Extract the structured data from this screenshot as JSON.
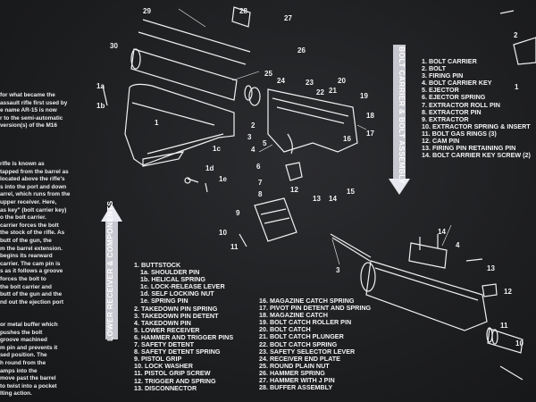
{
  "left_text": {
    "block1": [
      "for what became the",
      "assault rifle first used by",
      "e name AR-15 is now",
      "r to the semi-automatic",
      "version(s) of the M16"
    ],
    "block2": [
      "rifle is known as",
      "tapped from the barrel as",
      "located above the rifle's",
      "s into the port and down",
      "arrel, which runs from the",
      "upper receiver. Here,",
      "as key\" (bolt carrier key)",
      "o the bolt carrier.",
      "carrier forces the bolt",
      "the stock of the rifle. As",
      "butt of the gun, the",
      "m the barrel extension.",
      "begins its rearward",
      "carrier. The cam pin is",
      "s as it follows a groove",
      "forces the bolt to",
      "the bolt carrier and",
      "butt of the gun and the",
      "nd out the ejection port"
    ],
    "block3": [
      "or metal buffer which",
      "pushes the bolt",
      "groove machined",
      "m pin and prevents it",
      "sed position. The",
      "h round from the",
      "amps into the",
      "move past the barrel",
      "to twist into a pocket",
      "lting action."
    ]
  },
  "banners": {
    "lower_receiver": "LOWER RECEIVER & COMPONENTS",
    "bolt_carrier": "BOLT CARRIER & BOLT ASSEMBLY"
  },
  "bolt_list": [
    "1. BOLT CARRIER",
    "2. BOLT",
    "3. FIRING PIN",
    "4. BOLT CARRIER KEY",
    "5. EJECTOR",
    "6. EJECTOR SPRING",
    "7. EXTRACTOR ROLL PIN",
    "8. EXTRACTOR PIN",
    "9. EXTRACTOR",
    "10. EXTRACTOR SPRING & INSERT",
    "11. BOLT GAS RINGS (3)",
    "12. CAM PIN",
    "13. FIRING PIN RETAINING PIN",
    "14. BOLT CARRIER KEY SCREW (2)"
  ],
  "lower_list_a": [
    {
      "text": "1. BUTTSTOCK",
      "sub": false
    },
    {
      "text": "1a. SHOULDER PIN",
      "sub": true
    },
    {
      "text": "1b. HELICAL SPRING",
      "sub": true
    },
    {
      "text": "1c. LOCK-RELEASE LEVER",
      "sub": true
    },
    {
      "text": "1d. SELF LOCKING NUT",
      "sub": true
    },
    {
      "text": "1e. SPRING PIN",
      "sub": true
    },
    {
      "text": "2. TAKEDOWN PIN SPRING",
      "sub": false
    },
    {
      "text": "3. TAKEDOWN PIN DETENT",
      "sub": false
    },
    {
      "text": "4. TAKEDOWN PIN",
      "sub": false
    },
    {
      "text": "5. LOWER RECEIVER",
      "sub": false
    },
    {
      "text": "6. HAMMER AND TRIGGER PINS",
      "sub": false
    },
    {
      "text": "7. SAFETY DETENT",
      "sub": false
    },
    {
      "text": "8. SAFETY DETENT SPRING",
      "sub": false
    },
    {
      "text": "9. PISTOL GRIP",
      "sub": false
    },
    {
      "text": "10. LOCK WASHER",
      "sub": false
    },
    {
      "text": "11. PISTOL GRIP SCREW",
      "sub": false
    },
    {
      "text": "12. TRIGGER AND SPRING",
      "sub": false
    },
    {
      "text": "13. DISCONNECTOR",
      "sub": false
    }
  ],
  "lower_list_b": [
    "16. MAGAZINE CATCH SPRING",
    "17. PIVOT PIN DETENT AND SPRING",
    "18. MAGAZINE CATCH",
    "19. BOLT CATCH ROLLER PIN",
    "20. BOLT CATCH",
    "21. BOLT CATCH PLUNGER",
    "22. BOLT CATCH SPRING",
    "23. SAFETY SELECTOR LEVER",
    "24. RECEIVER END PLATE",
    "25. ROUND PLAIN NUT",
    "26. HAMMER SPRING",
    "27. HAMMER WITH J PIN",
    "28. BUFFER ASSEMBLY"
  ],
  "diagram_numbers": {
    "n29": "29",
    "n28": "28",
    "n27": "27",
    "n26": "26",
    "n30": "30",
    "n25": "25",
    "n24": "24",
    "n23": "23",
    "n22": "22",
    "n20": "20",
    "n21": "21",
    "n19": "19",
    "n18": "18",
    "n17": "17",
    "n16": "16",
    "n1a": "1a",
    "n1b": "1b",
    "n1": "1",
    "n1c": "1c",
    "n1d": "1d",
    "n1e": "1e",
    "n2": "2",
    "n3": "3",
    "n4": "4",
    "n5": "5",
    "n6": "6",
    "n7": "7",
    "n8": "8",
    "n9": "9",
    "n10": "10",
    "n11": "11",
    "n12": "12",
    "n13": "13",
    "n14": "14",
    "n15": "15",
    "b14": "14",
    "b4": "4",
    "b3": "3",
    "b13": "13",
    "b12": "12",
    "b11": "11",
    "b10": "10",
    "t2": "2",
    "t1": "1"
  },
  "colors": {
    "background": "#1e1f21",
    "lines": "#f2f2f2",
    "arrow": "#e8e8f0"
  }
}
